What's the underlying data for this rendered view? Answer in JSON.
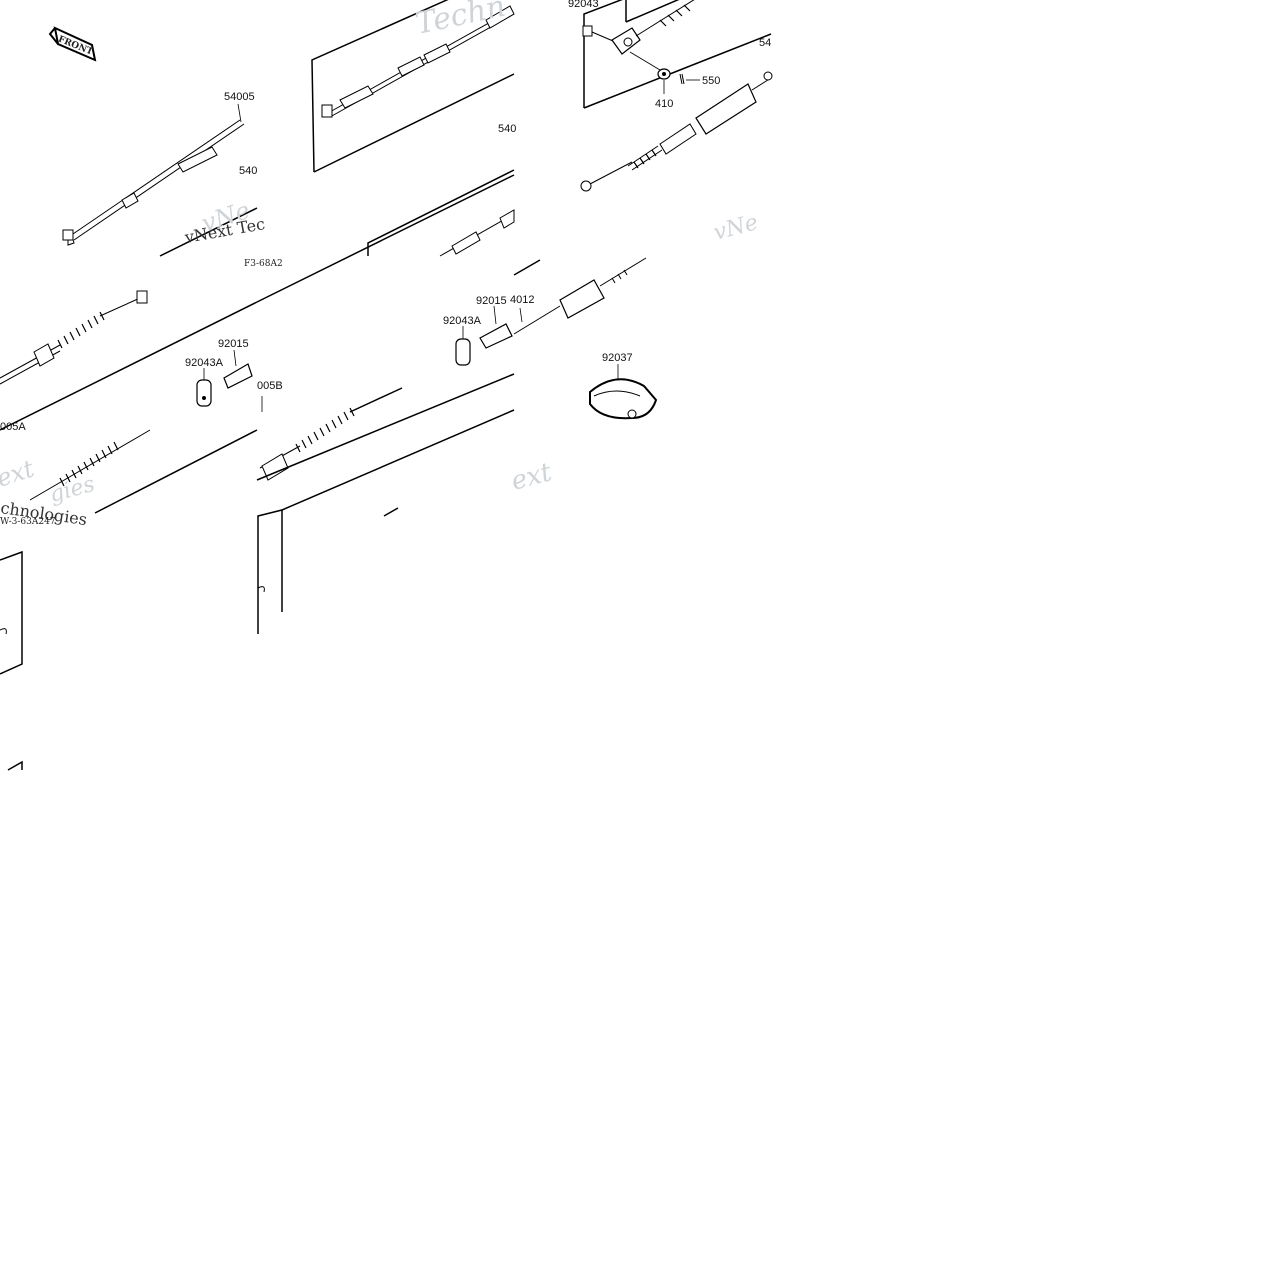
{
  "diagram": {
    "front_marker": "FRONT",
    "part_numbers": {
      "p54005_top": "54005",
      "p540_left": "540",
      "p540_mid": "540",
      "p54_right": "54",
      "p92043_top": "92043",
      "p550": "550",
      "p410": "410",
      "p92015_left": "92015",
      "p92043A_left": "92043A",
      "p005B": "005B",
      "p005A": "005A",
      "p92015_right": "92015",
      "p4012": "4012",
      "p92043A_right": "92043A",
      "p92037": "92037"
    },
    "watermarks": {
      "w1": "Techn",
      "w2": "vNe",
      "w3": "vNext Tec",
      "w4": "vNe",
      "w5": "ext",
      "w6": "chnologies",
      "w7": "ext",
      "w8": "gies"
    },
    "small_code_1": "F3-68A2",
    "small_code_2": "W-3-63A247"
  }
}
